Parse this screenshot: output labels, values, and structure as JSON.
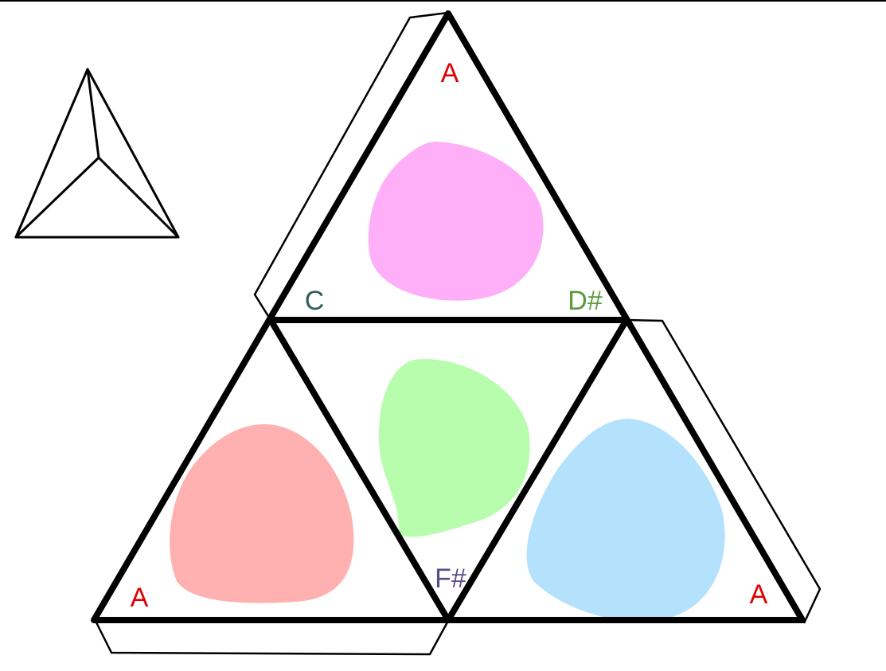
{
  "labels": {
    "top_apex": "A",
    "top_left": "C",
    "top_right": "D#",
    "bottom_center": "F#",
    "bottom_left": "A",
    "bottom_right": "A"
  },
  "colors": {
    "apex_label": "#e00000",
    "c_label": "#2f5f5a",
    "dsharp_label": "#5a9a3c",
    "fsharp_label": "#5a4a8a",
    "pink_blob": "#ffaef8",
    "green_blob": "#b8fcae",
    "red_blob": "#ffb0b0",
    "blue_blob": "#b4e2fc",
    "outline": "#000000"
  }
}
